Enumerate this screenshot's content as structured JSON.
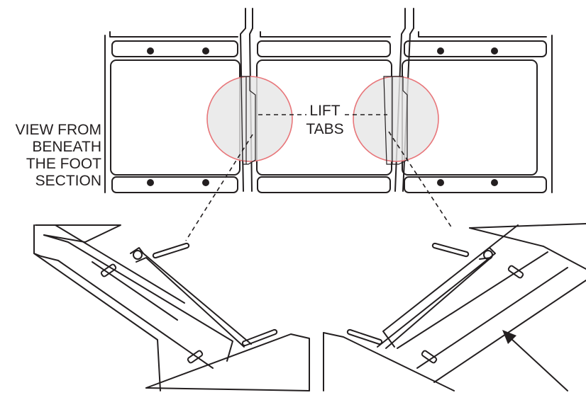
{
  "labels": {
    "view": [
      "VIEW FROM",
      "BENEATH",
      "THE FOOT",
      "SECTION"
    ],
    "callout": [
      "LIFT",
      "TABS"
    ]
  },
  "colors": {
    "line": "#231f20",
    "highlight_stroke": "#e8767a",
    "highlight_fill": "#e6e6e6"
  }
}
